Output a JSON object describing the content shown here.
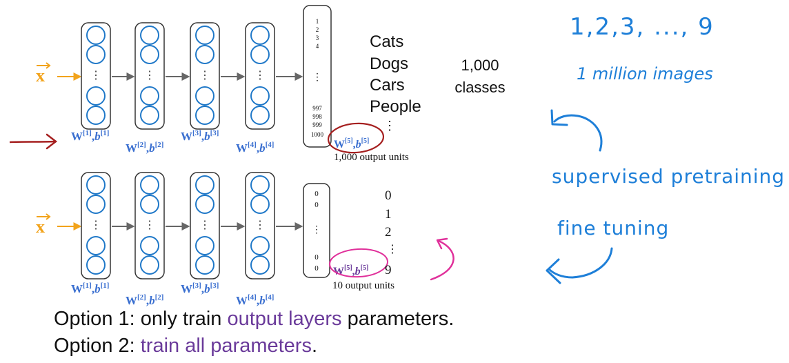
{
  "network1": {
    "input_label": "x",
    "layer_labels": [
      {
        "w": "W",
        "w_sup": "[1]",
        "b": "b",
        "b_sup": "[1]"
      },
      {
        "w": "W",
        "w_sup": "[2]",
        "b": "b",
        "b_sup": "[2]"
      },
      {
        "w": "W",
        "w_sup": "[3]",
        "b": "b",
        "b_sup": "[3]"
      },
      {
        "w": "W",
        "w_sup": "[4]",
        "b": "b",
        "b_sup": "[4]"
      },
      {
        "w": "W",
        "w_sup": "[5]",
        "b": "b",
        "b_sup": "[5]"
      }
    ],
    "output_top": [
      "1",
      "2",
      "3",
      "4"
    ],
    "output_ellipsis": "⋮",
    "output_bottom": [
      "997",
      "998",
      "999",
      "1000"
    ],
    "classes": [
      "Cats",
      "Dogs",
      "Cars",
      "People",
      "⋮"
    ],
    "count_line1": "1,000",
    "count_line2": "classes",
    "units_label": "1,000 output units"
  },
  "network2": {
    "input_label": "x",
    "layer_labels": [
      {
        "w": "W",
        "w_sup": "[1]",
        "b": "b",
        "b_sup": "[1]"
      },
      {
        "w": "W",
        "w_sup": "[2]",
        "b": "b",
        "b_sup": "[2]"
      },
      {
        "w": "W",
        "w_sup": "[3]",
        "b": "b",
        "b_sup": "[3]"
      },
      {
        "w": "W",
        "w_sup": "[4]",
        "b": "b",
        "b_sup": "[4]"
      },
      {
        "w": "W",
        "w_sup": "[5]",
        "b": "b",
        "b_sup": "[5]"
      }
    ],
    "output_top": [
      "0",
      "0"
    ],
    "output_ellipsis": "⋮",
    "output_bottom": [
      "0",
      "0"
    ],
    "classes": [
      "0",
      "1",
      "2",
      "⋮",
      "9"
    ],
    "units_label": "10 output units"
  },
  "notes": {
    "digits": "1,2,3, ..., 9",
    "million": "1 million images",
    "pretraining": "supervised pretraining",
    "finetuning": "fine tuning"
  },
  "options": {
    "opt1_prefix": "Option 1: only train ",
    "opt1_highlight": "output layers",
    "opt1_suffix": " parameters.",
    "opt2_prefix": "Option 2: ",
    "opt2_highlight": "train all parameters",
    "opt2_suffix": "."
  },
  "colors": {
    "neuron_stroke": "#1f78c8",
    "label_blue": "#3a6fd0",
    "input_orange": "#f2a31b",
    "annotation_red": "#a51f1f",
    "annotation_magenta": "#e0309a",
    "handwriting_blue": "#1e7fd8",
    "highlight_purple": "#6a3a9a"
  }
}
